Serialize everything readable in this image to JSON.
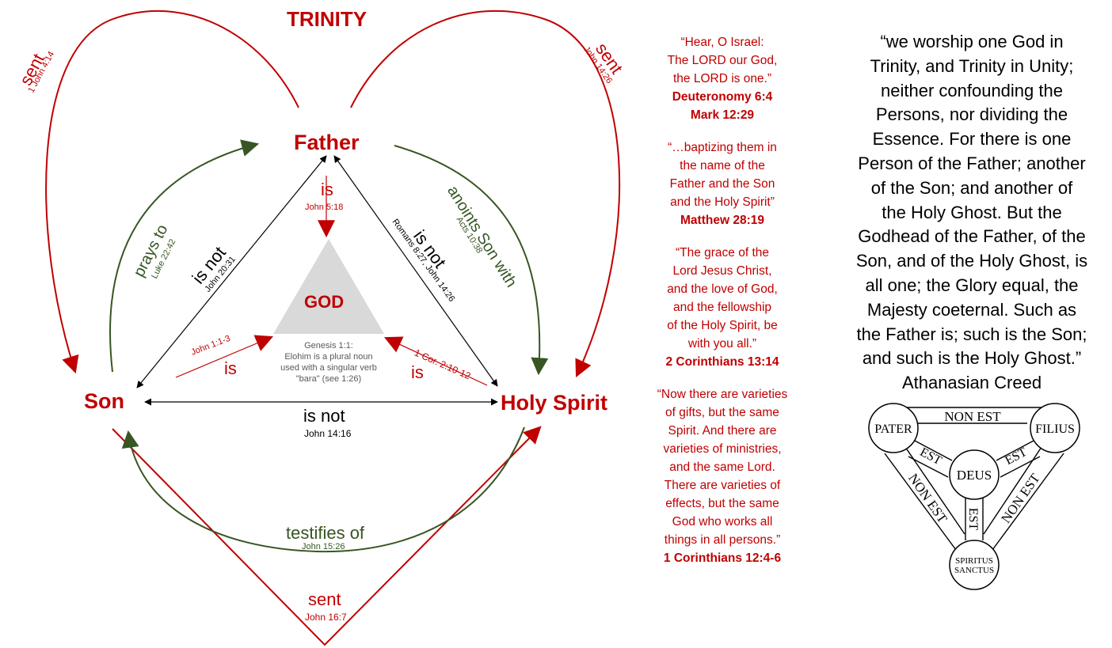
{
  "title": "TRINITY",
  "nodes": {
    "father": "Father",
    "son": "Son",
    "holy_spirit": "Holy Spirit",
    "god": "GOD"
  },
  "god_note": [
    "Genesis 1:1:",
    "Elohim is a plural noun",
    "used with a singular verb",
    "\"bara\" (see 1:26)"
  ],
  "relations": {
    "father_is_god": {
      "label": "is",
      "ref": "John 5:18"
    },
    "son_is_god": {
      "label": "is",
      "ref": "John 1:1-3"
    },
    "spirit_is_god": {
      "label": "is",
      "ref": "1 Cor. 2:10-12"
    },
    "son_not_father": {
      "label": "is not",
      "ref": "John 20:31"
    },
    "father_not_spirit": {
      "label": "is not",
      "ref": "Romans 8:27, John 14:26"
    },
    "son_not_spirit": {
      "label": "is not",
      "ref": "John 14:16"
    },
    "son_prays_to_father": {
      "label": "prays to",
      "ref": "Luke 22:42"
    },
    "father_anoints_son": {
      "label": "anoints Son with",
      "ref": "Acts 10:38"
    },
    "spirit_testifies_of_son": {
      "label": "testifies of",
      "ref": "John 15:26"
    },
    "father_sent_son": {
      "label": "sent",
      "ref": "1 John 4:14"
    },
    "father_sent_spirit": {
      "label": "sent",
      "ref": "John 14:26"
    },
    "son_sent_spirit": {
      "label": "sent",
      "ref": "John 16:7"
    }
  },
  "quotes": [
    {
      "lines": [
        "“Hear, O Israel:",
        "The LORD our God,",
        "the LORD is one.”"
      ],
      "refs": [
        "Deuteronomy 6:4",
        "Mark 12:29"
      ]
    },
    {
      "lines": [
        "“…baptizing them in",
        "the name of the",
        "Father and the Son",
        "and the Holy Spirit”"
      ],
      "refs": [
        "Matthew 28:19"
      ]
    },
    {
      "lines": [
        "“The grace of the",
        "Lord Jesus Christ,",
        "and the love of God,",
        "and the fellowship",
        "of the Holy Spirit, be",
        "with you all.”"
      ],
      "refs": [
        "2 Corinthians 13:14"
      ]
    },
    {
      "lines": [
        "“Now there are varieties",
        "of gifts, but the same",
        "Spirit. And there are",
        "varieties of ministries,",
        "and the same Lord.",
        "There are varieties of",
        "effects, but the same",
        "God who works all",
        "things in all persons.”"
      ],
      "refs": [
        "1 Corinthians 12:4-6"
      ]
    }
  ],
  "creed": {
    "lines": [
      "“we worship one God in",
      "Trinity, and Trinity in Unity;",
      "neither confounding the",
      "Persons, nor dividing the",
      "Essence. For there is one",
      "Person of the Father; another",
      "of the Son; and another of",
      "the Holy Ghost. But the",
      "Godhead of the Father, of the",
      "Son, and of the Holy Ghost, is",
      "all one; the Glory equal, the",
      "Majesty coeternal. Such as",
      "the Father is; such is the Son;",
      "and such is the Holy Ghost.”"
    ],
    "attribution": "Athanasian Creed"
  },
  "shield": {
    "pater": "PATER",
    "filius": "FILIUS",
    "deus": "DEUS",
    "spiritus": [
      "SPIRITUS",
      "SANCTUS"
    ],
    "est": "EST",
    "non_est": "NON EST"
  },
  "colors": {
    "red": "#c00000",
    "green": "#375623",
    "black": "#000000",
    "grey_triangle": "#d9d9d9"
  }
}
